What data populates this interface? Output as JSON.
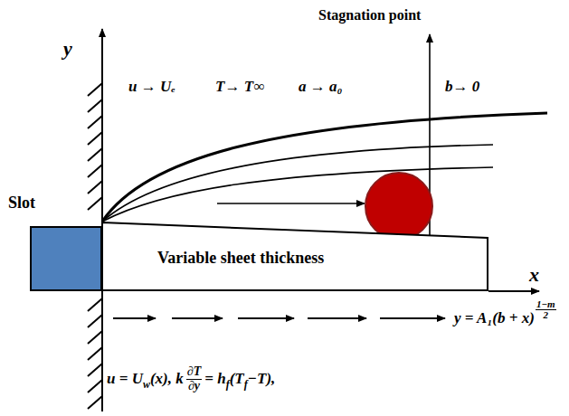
{
  "diagram": {
    "nodes": [
      {
        "text": [
          "Slot"
        ]
      },
      {
        "text": [
          "Variable sheet thickness"
        ]
      }
    ],
    "labels": [
      "y",
      "Stagnation point",
      "u → Uₑ",
      "T→ T∞",
      "a → a₀",
      "b→ 0",
      "x",
      "y = A₁(b + x)",
      "1−m",
      "2",
      "u = U",
      "w",
      "(x), k",
      "∂T",
      "∂y",
      "= h",
      "f",
      "(T",
      "f",
      "−T),"
    ]
  }
}
